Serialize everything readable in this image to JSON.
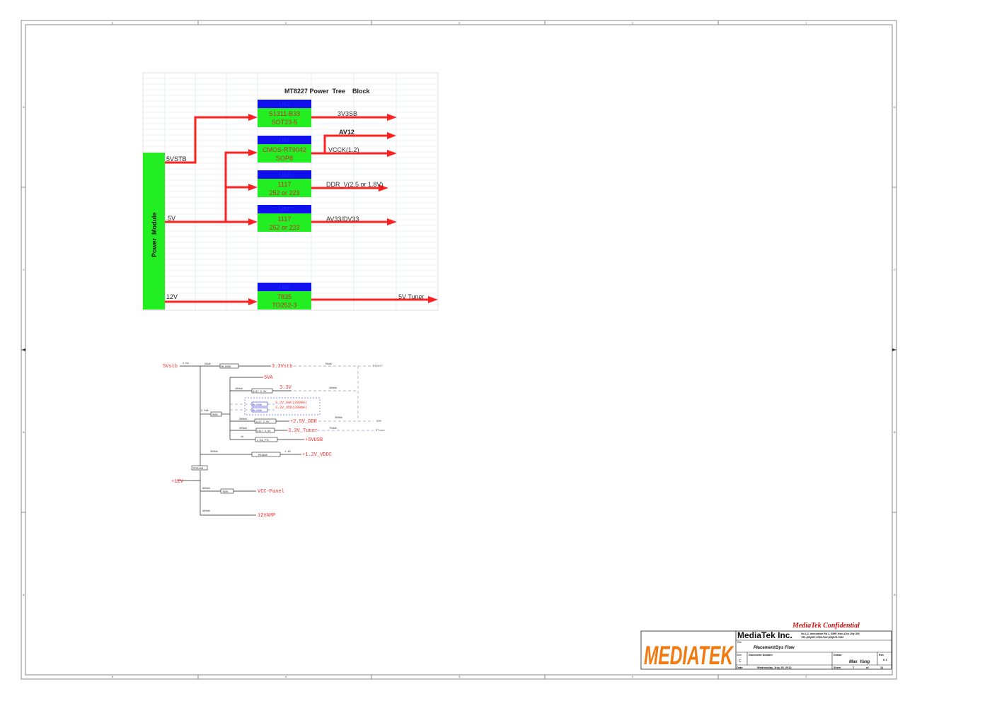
{
  "zones": {
    "top": [
      "5",
      "4",
      "3",
      "2",
      "1"
    ],
    "bottom": [
      "5",
      "4",
      "3",
      "2",
      "1"
    ],
    "left": [
      "D",
      "C",
      "B",
      "A"
    ],
    "right": [
      "D",
      "C",
      "B",
      "A"
    ]
  },
  "power_tree": {
    "title": "MT8227 Power  Tree    Block",
    "module_label": "Power  Module",
    "inputs": [
      "5VSTB",
      "5V",
      "12V"
    ],
    "blocks": [
      {
        "ref": "U62",
        "part": "S1311-B33",
        "pkg": "SOT23-5"
      },
      {
        "ref": "U61",
        "part": "CMOS-RT9042",
        "pkg": "SOP8"
      },
      {
        "ref": "U63",
        "part": "1117",
        "pkg": "252 or 223"
      },
      {
        "ref": "U64",
        "part": "1117",
        "pkg": "252 or 223"
      },
      {
        "ref": "U65",
        "part": "7835",
        "pkg": "TO252-3"
      }
    ],
    "outputs": [
      "3V3SB",
      "AV12",
      "VCCK(1.2)",
      "DDR_V(2.5 or 1.8V)",
      "AV33/DV33",
      "5V Tuner"
    ]
  },
  "sys_flow": {
    "sources": [
      "5Vstb",
      "+12V"
    ],
    "rails": [
      "3.3Vstb",
      "5VA",
      "3.3V",
      "3.3V_DAC(200mA)",
      "3.3V_VDD(200mA)",
      "+2.5V_DDR",
      "3.3V_Tuner",
      "+5VUSB",
      "+1.2V_VDDC",
      "VCC-Panel",
      "12VAMP"
    ],
    "loads": [
      "MT8227",
      "DDR",
      "MTuner"
    ],
    "parts": [
      "ML2006",
      "1117 3.3V",
      "ML2006",
      "ML2006",
      "7805",
      "1117 2.5V",
      "1117 3.3V",
      "1.5A_PTC",
      "PE9865",
      "TPS5430",
      "7805"
    ],
    "currents": [
      "2.5A",
      "50mA",
      "50mA",
      "400mA",
      "400mA",
      "2.0kA",
      "300mA",
      "300mA",
      "300mA",
      "750mA",
      "1A",
      "300mA",
      "1.4A",
      "800mA",
      "900mA"
    ]
  },
  "title_block": {
    "confidential": "MediaTek Confidential",
    "logo": "MEDIATEK",
    "company": "MediaTek Inc.",
    "address1": "No.1-2, Innovation Rd 1, SBIP, Hsin-Chu City 300",
    "address2": "TEL:(03)567-0766  FAX:(03)578-7610",
    "title_label": "Title",
    "title": "Placement/Sys Flow",
    "size_label": "Size",
    "size": "C",
    "doc_label": "Document Number",
    "doc": "",
    "drawn_label": "Drawn",
    "drawn": "Max  Yang",
    "rev_label": "Rev",
    "rev": "0.1",
    "date_label": "Date:",
    "date": "Wednesday, July 25, 2012",
    "sheet_label": "Sheet",
    "sheet": "7",
    "of_label": "of",
    "of": "11"
  },
  "colors": {
    "arrow": "#ff2020",
    "block": "#22ee22",
    "header": "#1010ee",
    "rail": "#ff3030",
    "dash": "#9999dd",
    "logo_orange": "#f07a10",
    "logo_blue": "#1f6fc0",
    "conf": "#d01010"
  }
}
